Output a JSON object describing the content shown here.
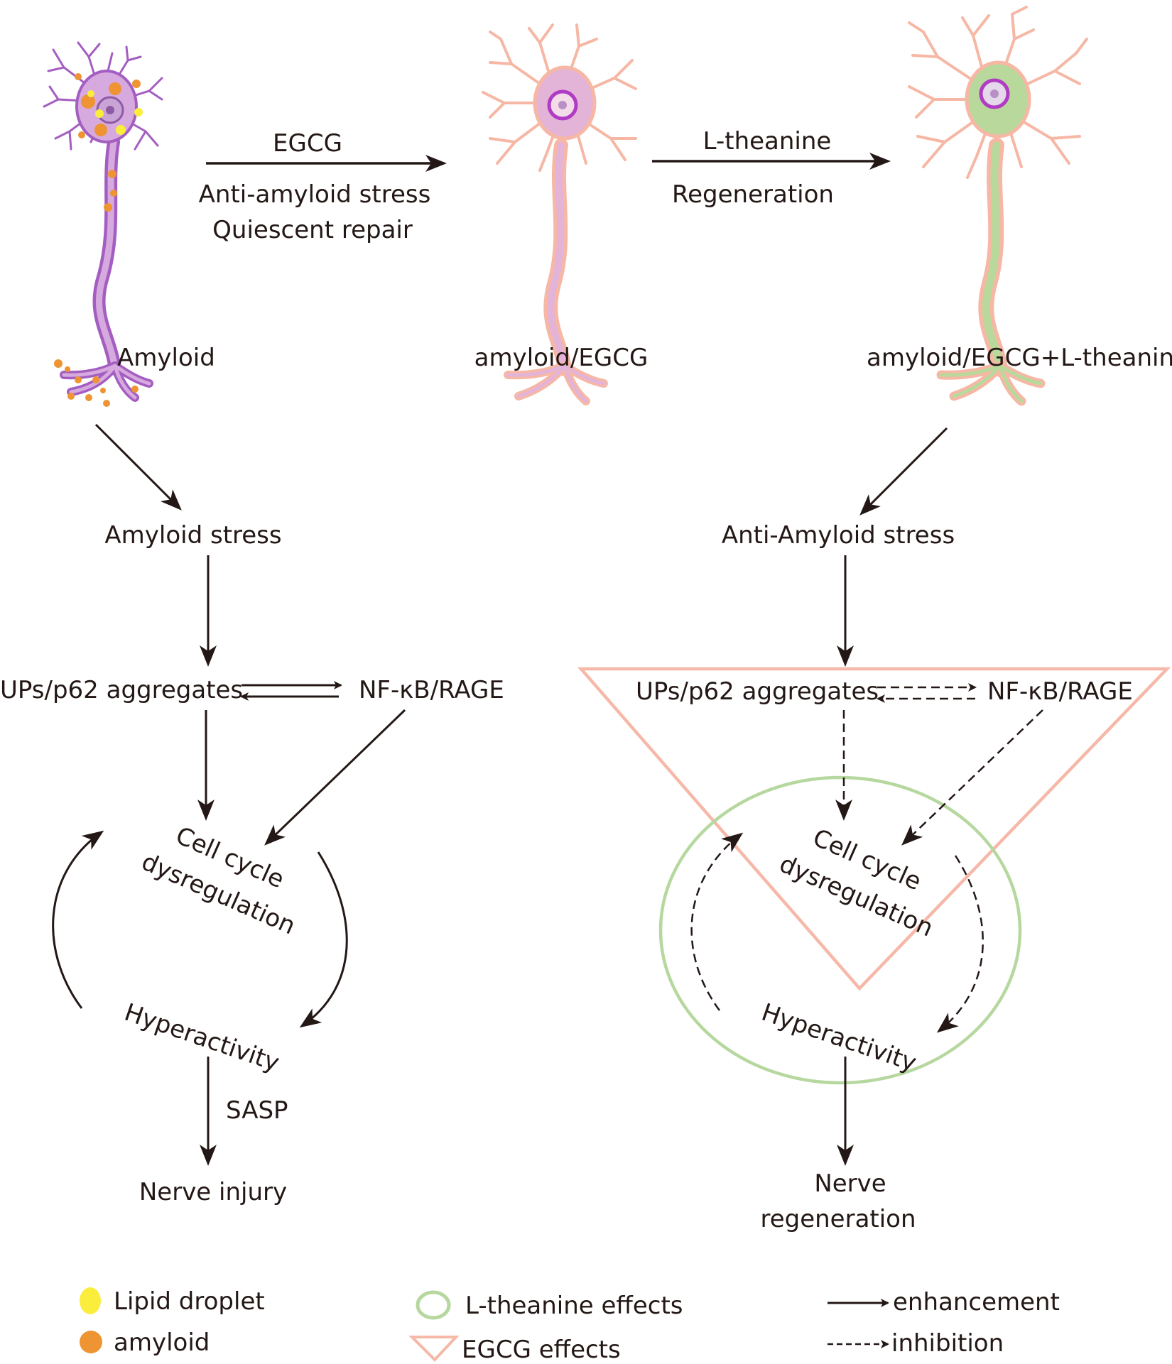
{
  "colors": {
    "ink": "#231815",
    "neuron_purple": "#a45ec1",
    "neuron_fill": "#d7aadf",
    "nucleus_ring": "#b03cc4",
    "neuron_pink": "#f6b7a5",
    "neuron_green": "#b9d99c",
    "amyloid_orange": "#ee9433",
    "lipid_yellow": "#fbed3c",
    "egcg_triangle": "#f6b8a8",
    "theanine_circle": "#b6d89f"
  },
  "top": {
    "arrow1": {
      "line1": "EGCG",
      "line2": "Anti-amyloid stress",
      "line3": "Quiescent repair"
    },
    "arrow2": {
      "line1": "L-theanine",
      "line2": "Regeneration"
    },
    "neurons": [
      {
        "label": "Amyloid"
      },
      {
        "label": "amyloid/EGCG"
      },
      {
        "label": "amyloid/EGCG+L-theanine"
      }
    ]
  },
  "left_pathway": {
    "stress": "Amyloid stress",
    "aggregates": "UPs/p62  aggregates",
    "nfkb": "NF-κB/RAGE",
    "cell_cycle_1": "Cell cycle",
    "cell_cycle_2": "dysregulation",
    "hyperactivity": "Hyperactivity",
    "sasp": "SASP",
    "outcome": "Nerve injury"
  },
  "right_pathway": {
    "stress": "Anti-Amyloid stress",
    "aggregates": "UPs/p62 aggregates",
    "nfkb": "NF-κB/RAGE",
    "cell_cycle_1": "Cell cycle",
    "cell_cycle_2": "dysregulation",
    "hyperactivity": "Hyperactivity",
    "outcome_1": "Nerve",
    "outcome_2": "regeneration"
  },
  "legend": {
    "lipid": "Lipid droplet",
    "amyloid": "amyloid",
    "theanine": "L-theanine effects",
    "egcg": "EGCG effects",
    "enhancement": "enhancement",
    "inhibition": "inhibition"
  }
}
